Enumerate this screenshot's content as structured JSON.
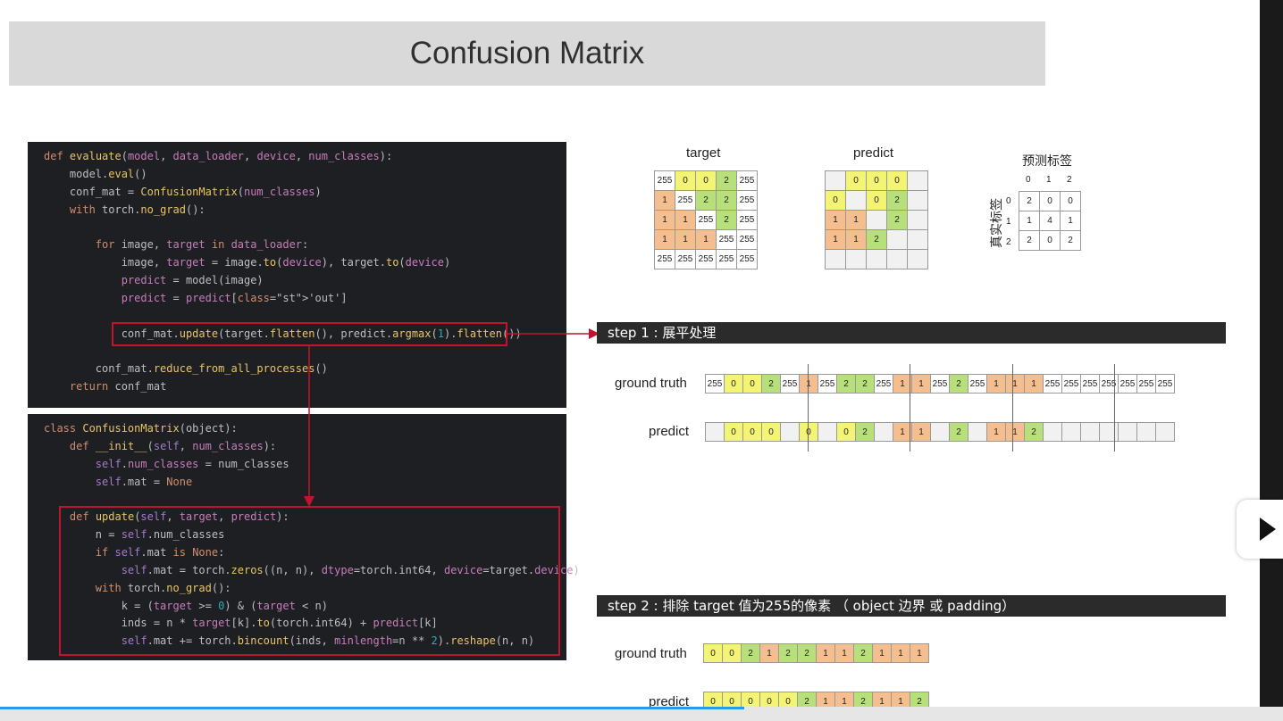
{
  "title": "Confusion Matrix",
  "code_top": [
    "def evaluate(model, data_loader, device, num_classes):",
    "    model.eval()",
    "    conf_mat = ConfusionMatrix(num_classes)",
    "    with torch.no_grad():",
    "",
    "        for image, target in data_loader:",
    "            image, target = image.to(device), target.to(device)",
    "            predict = model(image)",
    "            predict = predict['out']",
    "",
    "            conf_mat.update(target.flatten(), predict.argmax(1).flatten())",
    "",
    "        conf_mat.reduce_from_all_processes()",
    "    return conf_mat"
  ],
  "code_bottom": [
    "class ConfusionMatrix(object):",
    "    def __init__(self, num_classes):",
    "        self.num_classes = num_classes",
    "        self.mat = None",
    "",
    "    def update(self, target, predict):",
    "        n = self.num_classes",
    "        if self.mat is None:",
    "            self.mat = torch.zeros((n, n), dtype=torch.int64, device=target.device)",
    "        with torch.no_grad():",
    "            k = (target >= 0) & (target < n)",
    "            inds = n * target[k].to(torch.int64) + predict[k]",
    "            self.mat += torch.bincount(inds, minlength=n ** 2).reshape(n, n)"
  ],
  "target_label": "target",
  "predict_label": "predict",
  "target_grid": [
    [
      "255",
      "0",
      "0",
      "2",
      "255"
    ],
    [
      "1",
      "255",
      "2",
      "2",
      "255"
    ],
    [
      "1",
      "1",
      "255",
      "2",
      "255"
    ],
    [
      "1",
      "1",
      "1",
      "255",
      "255"
    ],
    [
      "255",
      "255",
      "255",
      "255",
      "255"
    ]
  ],
  "predict_grid": [
    [
      "",
      "0",
      "0",
      "0",
      ""
    ],
    [
      "0",
      "",
      "0",
      "2",
      ""
    ],
    [
      "1",
      "1",
      "",
      "2",
      ""
    ],
    [
      "1",
      "1",
      "2",
      "",
      ""
    ],
    [
      "",
      "",
      "",
      "",
      ""
    ]
  ],
  "confusion": {
    "col_header": "预测标签",
    "row_header": "真实标签",
    "col_labels": [
      "0",
      "1",
      "2"
    ],
    "row_labels": [
      "0",
      "1",
      "2"
    ],
    "values": [
      [
        "2",
        "0",
        "0"
      ],
      [
        "1",
        "4",
        "1"
      ],
      [
        "2",
        "0",
        "2"
      ]
    ]
  },
  "step1": "step 1 : 展平处理",
  "step2": "step 2 : 排除 target 值为255的像素 （ object 边界 或 padding）",
  "ground_truth_label": "ground truth",
  "predict_row_label": "predict",
  "gt_flat": [
    "255",
    "0",
    "0",
    "2",
    "255",
    "1",
    "255",
    "2",
    "2",
    "255",
    "1",
    "1",
    "255",
    "2",
    "255",
    "1",
    "1",
    "1",
    "255",
    "255",
    "255",
    "255",
    "255",
    "255",
    "255"
  ],
  "pred_flat": [
    "",
    "0",
    "0",
    "0",
    "",
    "0",
    "",
    "0",
    "2",
    "",
    "1",
    "1",
    "",
    "2",
    "",
    "1",
    "1",
    "2",
    "",
    "",
    "",
    "",
    "",
    "",
    ""
  ],
  "gt_filtered": [
    "0",
    "0",
    "2",
    "1",
    "2",
    "2",
    "1",
    "1",
    "2",
    "1",
    "1",
    "1"
  ],
  "pred_filtered": [
    "0",
    "0",
    "0",
    "0",
    "0",
    "2",
    "1",
    "1",
    "2",
    "1",
    "1",
    "2"
  ]
}
